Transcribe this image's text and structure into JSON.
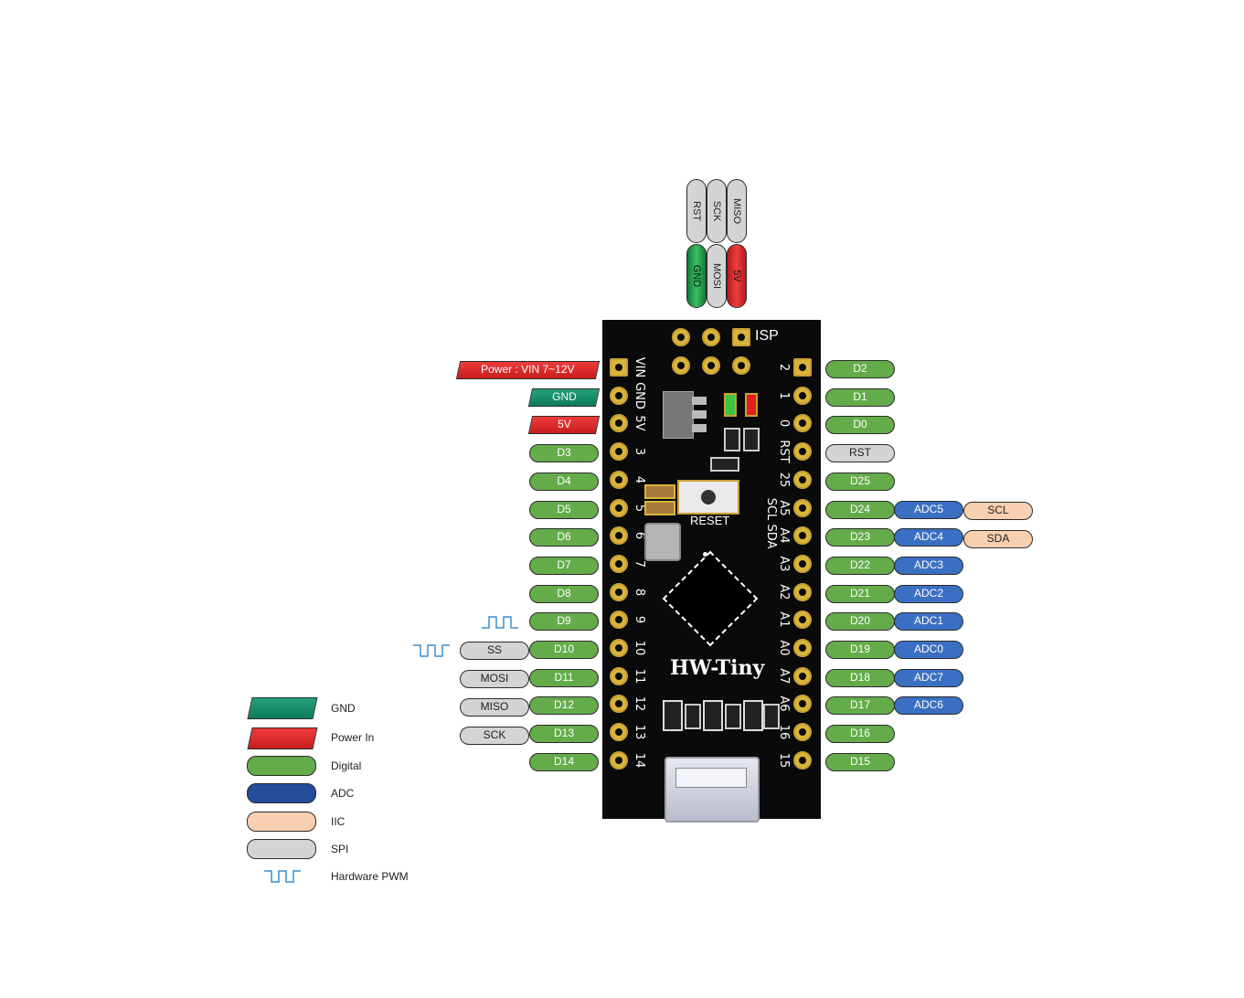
{
  "isp": {
    "label": "ISP",
    "top_pins": [
      "RST",
      "SCK",
      "MISO"
    ],
    "bottom_pins": [
      "GND",
      "MOSI",
      "5V"
    ]
  },
  "left_labels": {
    "power_vin": "Power : VIN  7~12V",
    "gnd": "GND",
    "v5": "5V",
    "digital": [
      "D3",
      "D4",
      "D5",
      "D6",
      "D7",
      "D8",
      "D9",
      "D10",
      "D11",
      "D12",
      "D13",
      "D14"
    ],
    "spi": [
      "SS",
      "MOSI",
      "MISO",
      "SCK"
    ]
  },
  "board": {
    "name": "HW-Tiny",
    "reset_label": "RESET",
    "left_silk": [
      "VIN",
      "GND",
      "5V",
      "3",
      "4",
      "5",
      "6",
      "7",
      "8",
      "9",
      "10",
      "11",
      "12",
      "13",
      "14"
    ],
    "right_silk": [
      "2",
      "1",
      "0",
      "RST",
      "25",
      "A5",
      "A4",
      "A3",
      "A2",
      "A1",
      "A0",
      "A7",
      "A6",
      "16",
      "15"
    ],
    "scl_label": "SCL",
    "sda_label": "SDA"
  },
  "right_labels": {
    "pins": [
      "D2",
      "D1",
      "D0",
      "RST",
      "D25",
      "D24",
      "D23",
      "D22",
      "D21",
      "D20",
      "D19",
      "D18",
      "D17",
      "D16",
      "D15"
    ],
    "adc": [
      "ADC5",
      "ADC4",
      "ADC3",
      "ADC2",
      "ADC1",
      "ADC0",
      "ADC7",
      "ADC6"
    ],
    "iic": [
      "SCL",
      "SDA"
    ]
  },
  "legend": {
    "gnd": "GND",
    "power_in": "Power In",
    "digital": "Digital",
    "adc": "ADC",
    "iic": "IIC",
    "spi": "SPI",
    "pwm": "Hardware PWM"
  },
  "colors": {
    "gnd": "#14916c",
    "power": "#e03030",
    "digital": "#64ac4a",
    "adc": "#3b6fc4",
    "iic": "#f8cfb0",
    "spi": "#d4d4d4",
    "board": "#0a0a0a",
    "pad": "#d8b43c"
  }
}
